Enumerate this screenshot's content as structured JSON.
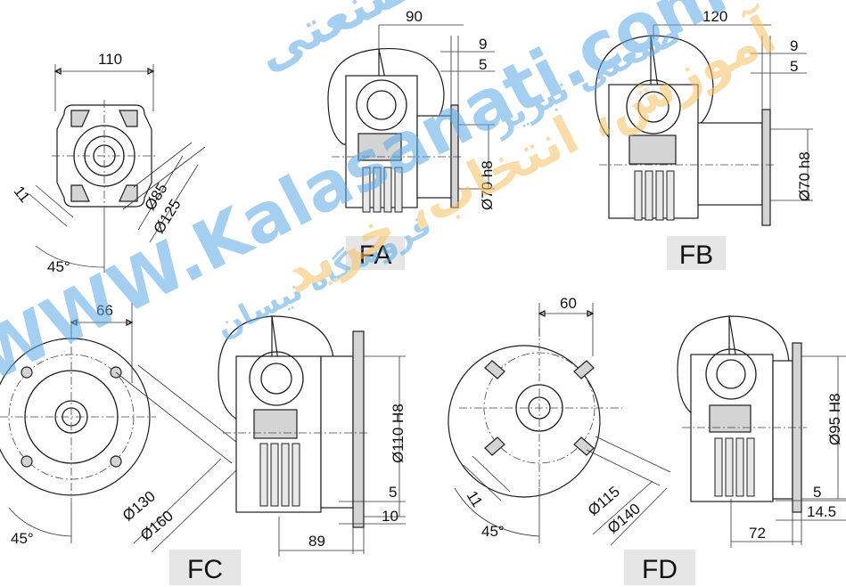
{
  "views": {
    "fa": {
      "tag": "FA",
      "front_width": "110",
      "bolt_hole": "11",
      "pcd": "Ø85",
      "outer_dia": "Ø125",
      "angle": "45°",
      "offset": "90",
      "flange_thickness": "9",
      "spigot": "5",
      "spigot_dia": "Ø70 h8"
    },
    "fb": {
      "tag": "FB",
      "offset": "120",
      "flange_thickness": "9",
      "spigot": "5",
      "spigot_dia": "Ø70 h8"
    },
    "fc": {
      "tag": "FC",
      "half_width": "66",
      "pcd": "Ø130",
      "outer_dia": "Ø160",
      "angle": "45°",
      "spigot_dia": "Ø110 H8",
      "spigot": "5",
      "flange_thickness": "10",
      "offset": "89"
    },
    "fd": {
      "tag": "FD",
      "half_width": "60",
      "bolt_hole": "11",
      "pcd": "Ø115",
      "outer_dia": "Ø140",
      "angle": "45°",
      "spigot_dia": "Ø95 H8",
      "spigot": "5",
      "flange_thickness": "14.5",
      "offset": "72"
    }
  },
  "watermark": {
    "url": "WWW.Kalasanati.com",
    "persian_1": "صنعتی تبریز",
    "persian_2": "فروشگاه نیسان",
    "persian_3": "آموزش، انتخاب، خرید",
    "persian_4": "کالا صنعتی",
    "color_blue": "#5aa9e6",
    "color_orange": "#f5c060"
  }
}
